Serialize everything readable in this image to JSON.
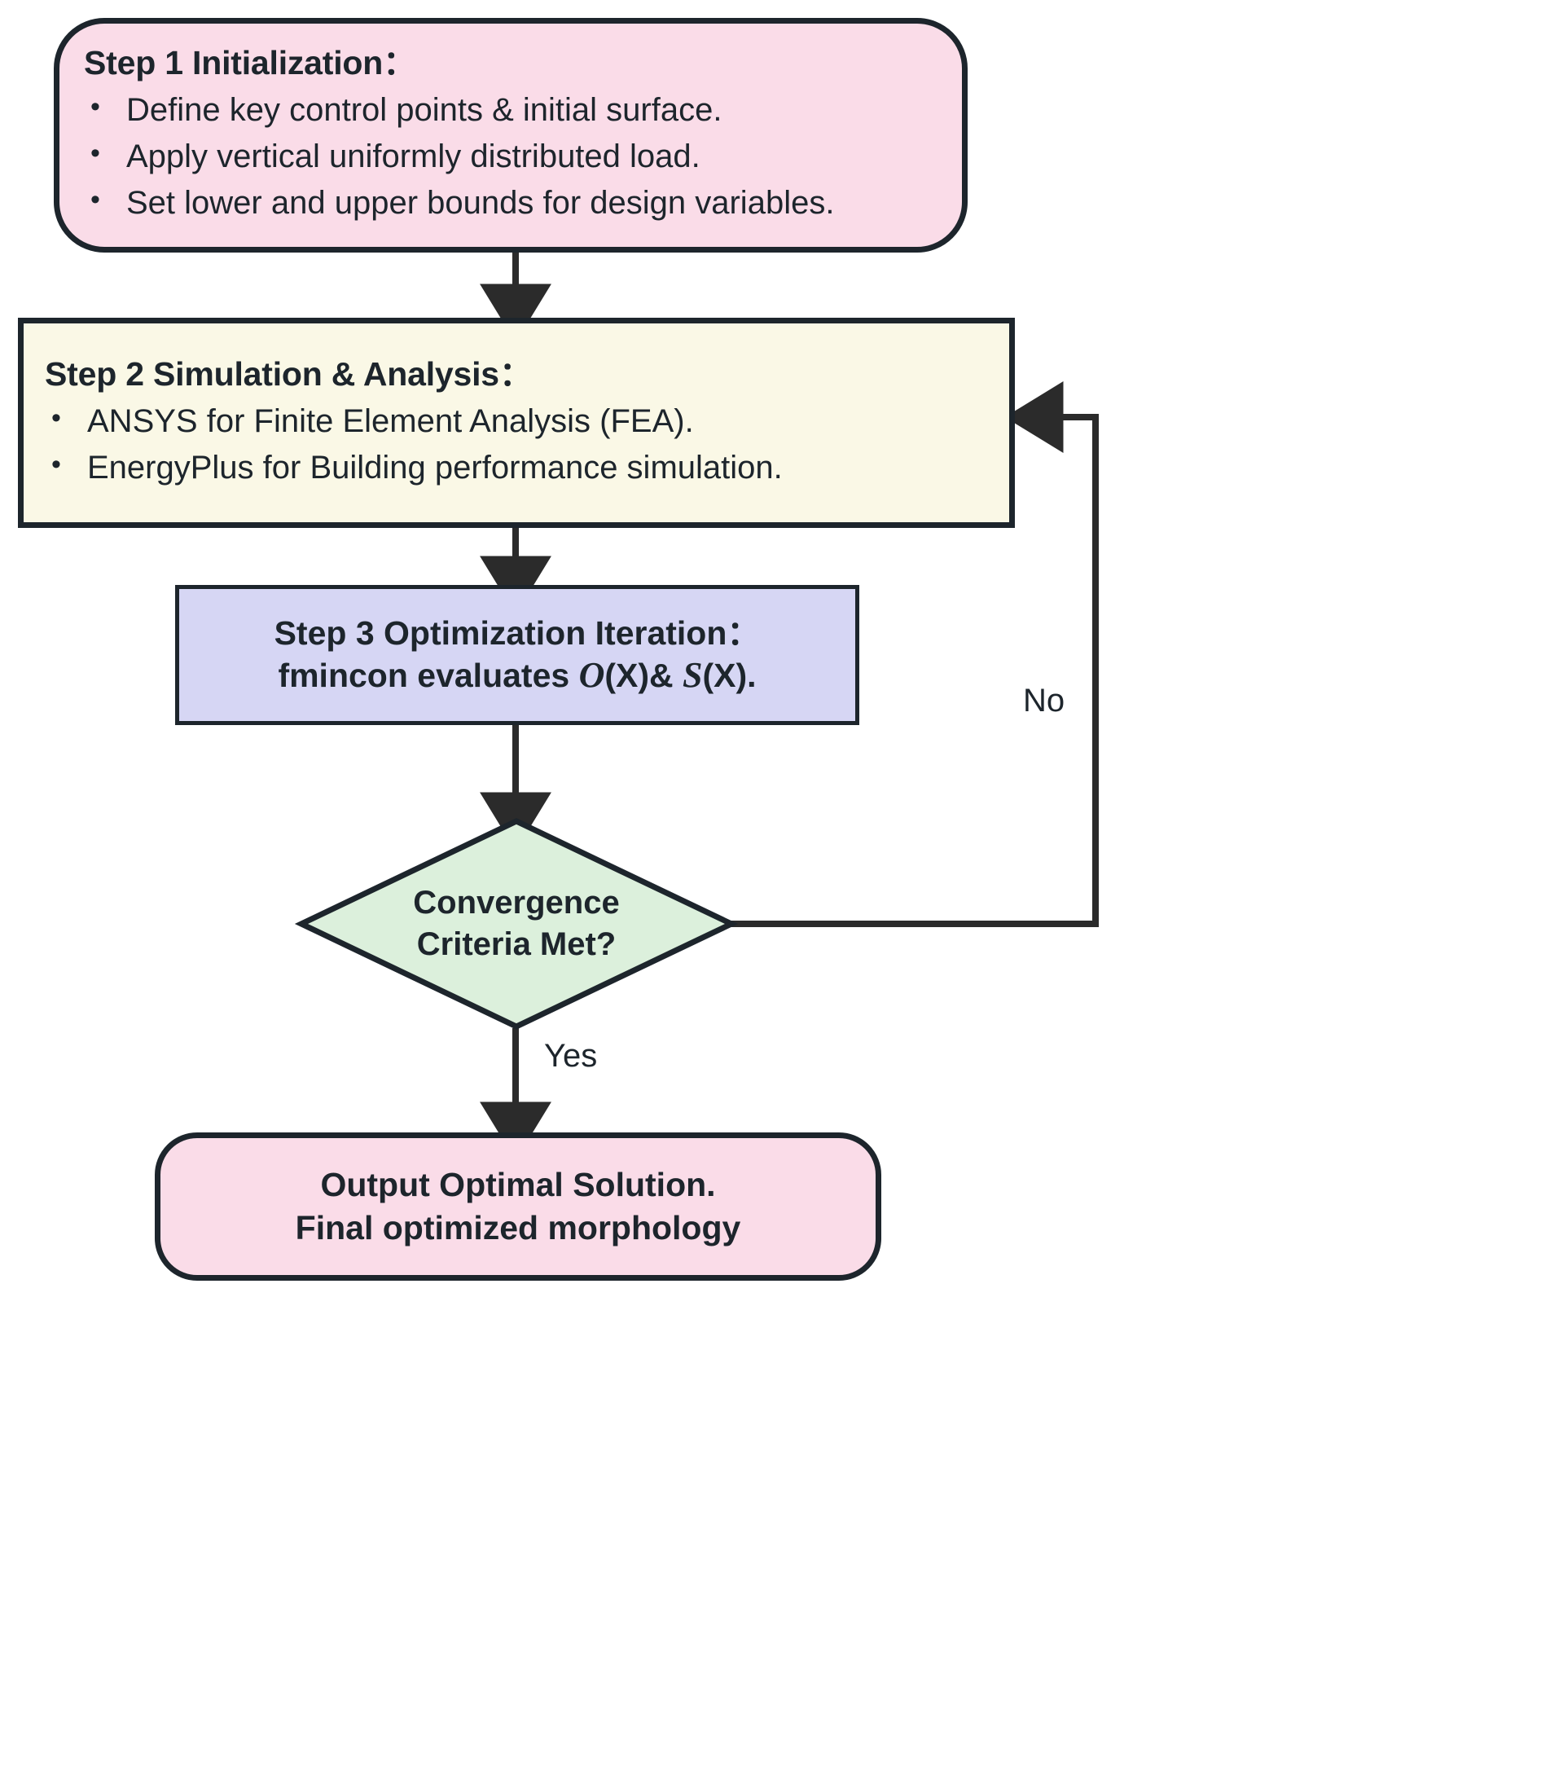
{
  "diagram": {
    "type": "flowchart",
    "title": "Optimization workflow flowchart",
    "colors": {
      "stroke": "#1d252c",
      "step1_fill": "#fadce8",
      "step2_fill": "#faf8e6",
      "step3_fill": "#d6d6f4",
      "decision_fill": "#dcf0dc",
      "output_fill": "#fadce8"
    }
  },
  "step1": {
    "title": "Step 1 Initialization：",
    "bullets": [
      "Define key control points & initial surface.",
      "Apply vertical uniformly distributed load.",
      "Set lower and upper bounds for design variables."
    ]
  },
  "step2": {
    "title": "Step 2 Simulation & Analysis：",
    "bullets": [
      "ANSYS for Finite Element Analysis (FEA).",
      "EnergyPlus for Building performance simulation."
    ]
  },
  "step3": {
    "line1": "Step 3 Optimization Iteration：",
    "line2_pre": "fmincon evaluates ",
    "line2_var1": "O",
    "line2_mid1": "(X)& ",
    "line2_var2": "S",
    "line2_end": "(X)."
  },
  "decision": {
    "line1": "Convergence",
    "line2": "Criteria Met?"
  },
  "output": {
    "line1": "Output Optimal Solution.",
    "line2": "Final optimized morphology"
  },
  "edges": {
    "no_label": "No",
    "yes_label": "Yes"
  }
}
